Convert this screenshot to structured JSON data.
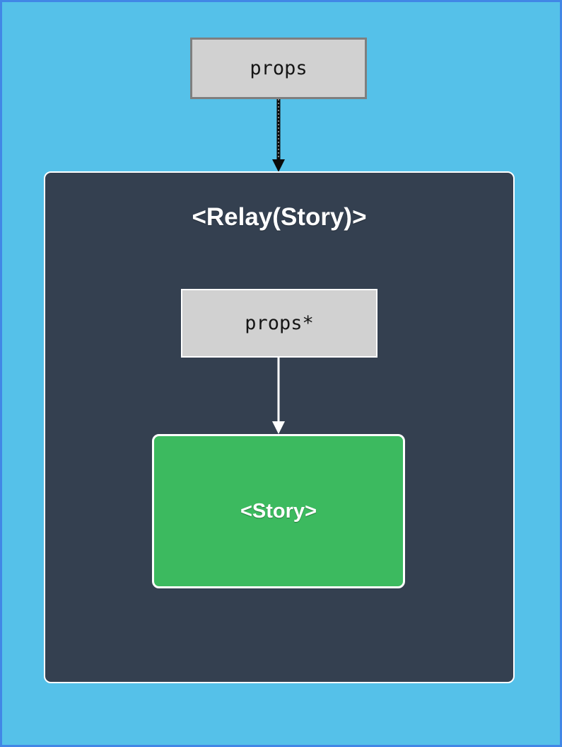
{
  "diagram": {
    "external_props_node": {
      "label": "props"
    },
    "relay_container": {
      "title": "<Relay(Story)>",
      "internal_props_node": {
        "label": "props*"
      },
      "story_node": {
        "label": "<Story>"
      }
    },
    "arrows": {
      "props_to_relay": {
        "from": "props",
        "to": "<Relay(Story)>",
        "style": "black, dotted core"
      },
      "props_star_to_story": {
        "from": "props*",
        "to": "<Story>",
        "style": "white, solid"
      }
    },
    "colors": {
      "page_background": "#55c1e9",
      "page_border": "#4187e6",
      "relay_background": "#344050",
      "story_background": "#3cba5f",
      "gray_node_background": "#d1d1d1",
      "gray_node_border": "#7f7f7f",
      "white_border": "#ffffff",
      "arrow_black": "#0a0a0a",
      "arrow_white": "#ffffff",
      "text_dark": "#151515",
      "text_white": "#ffffff"
    }
  }
}
